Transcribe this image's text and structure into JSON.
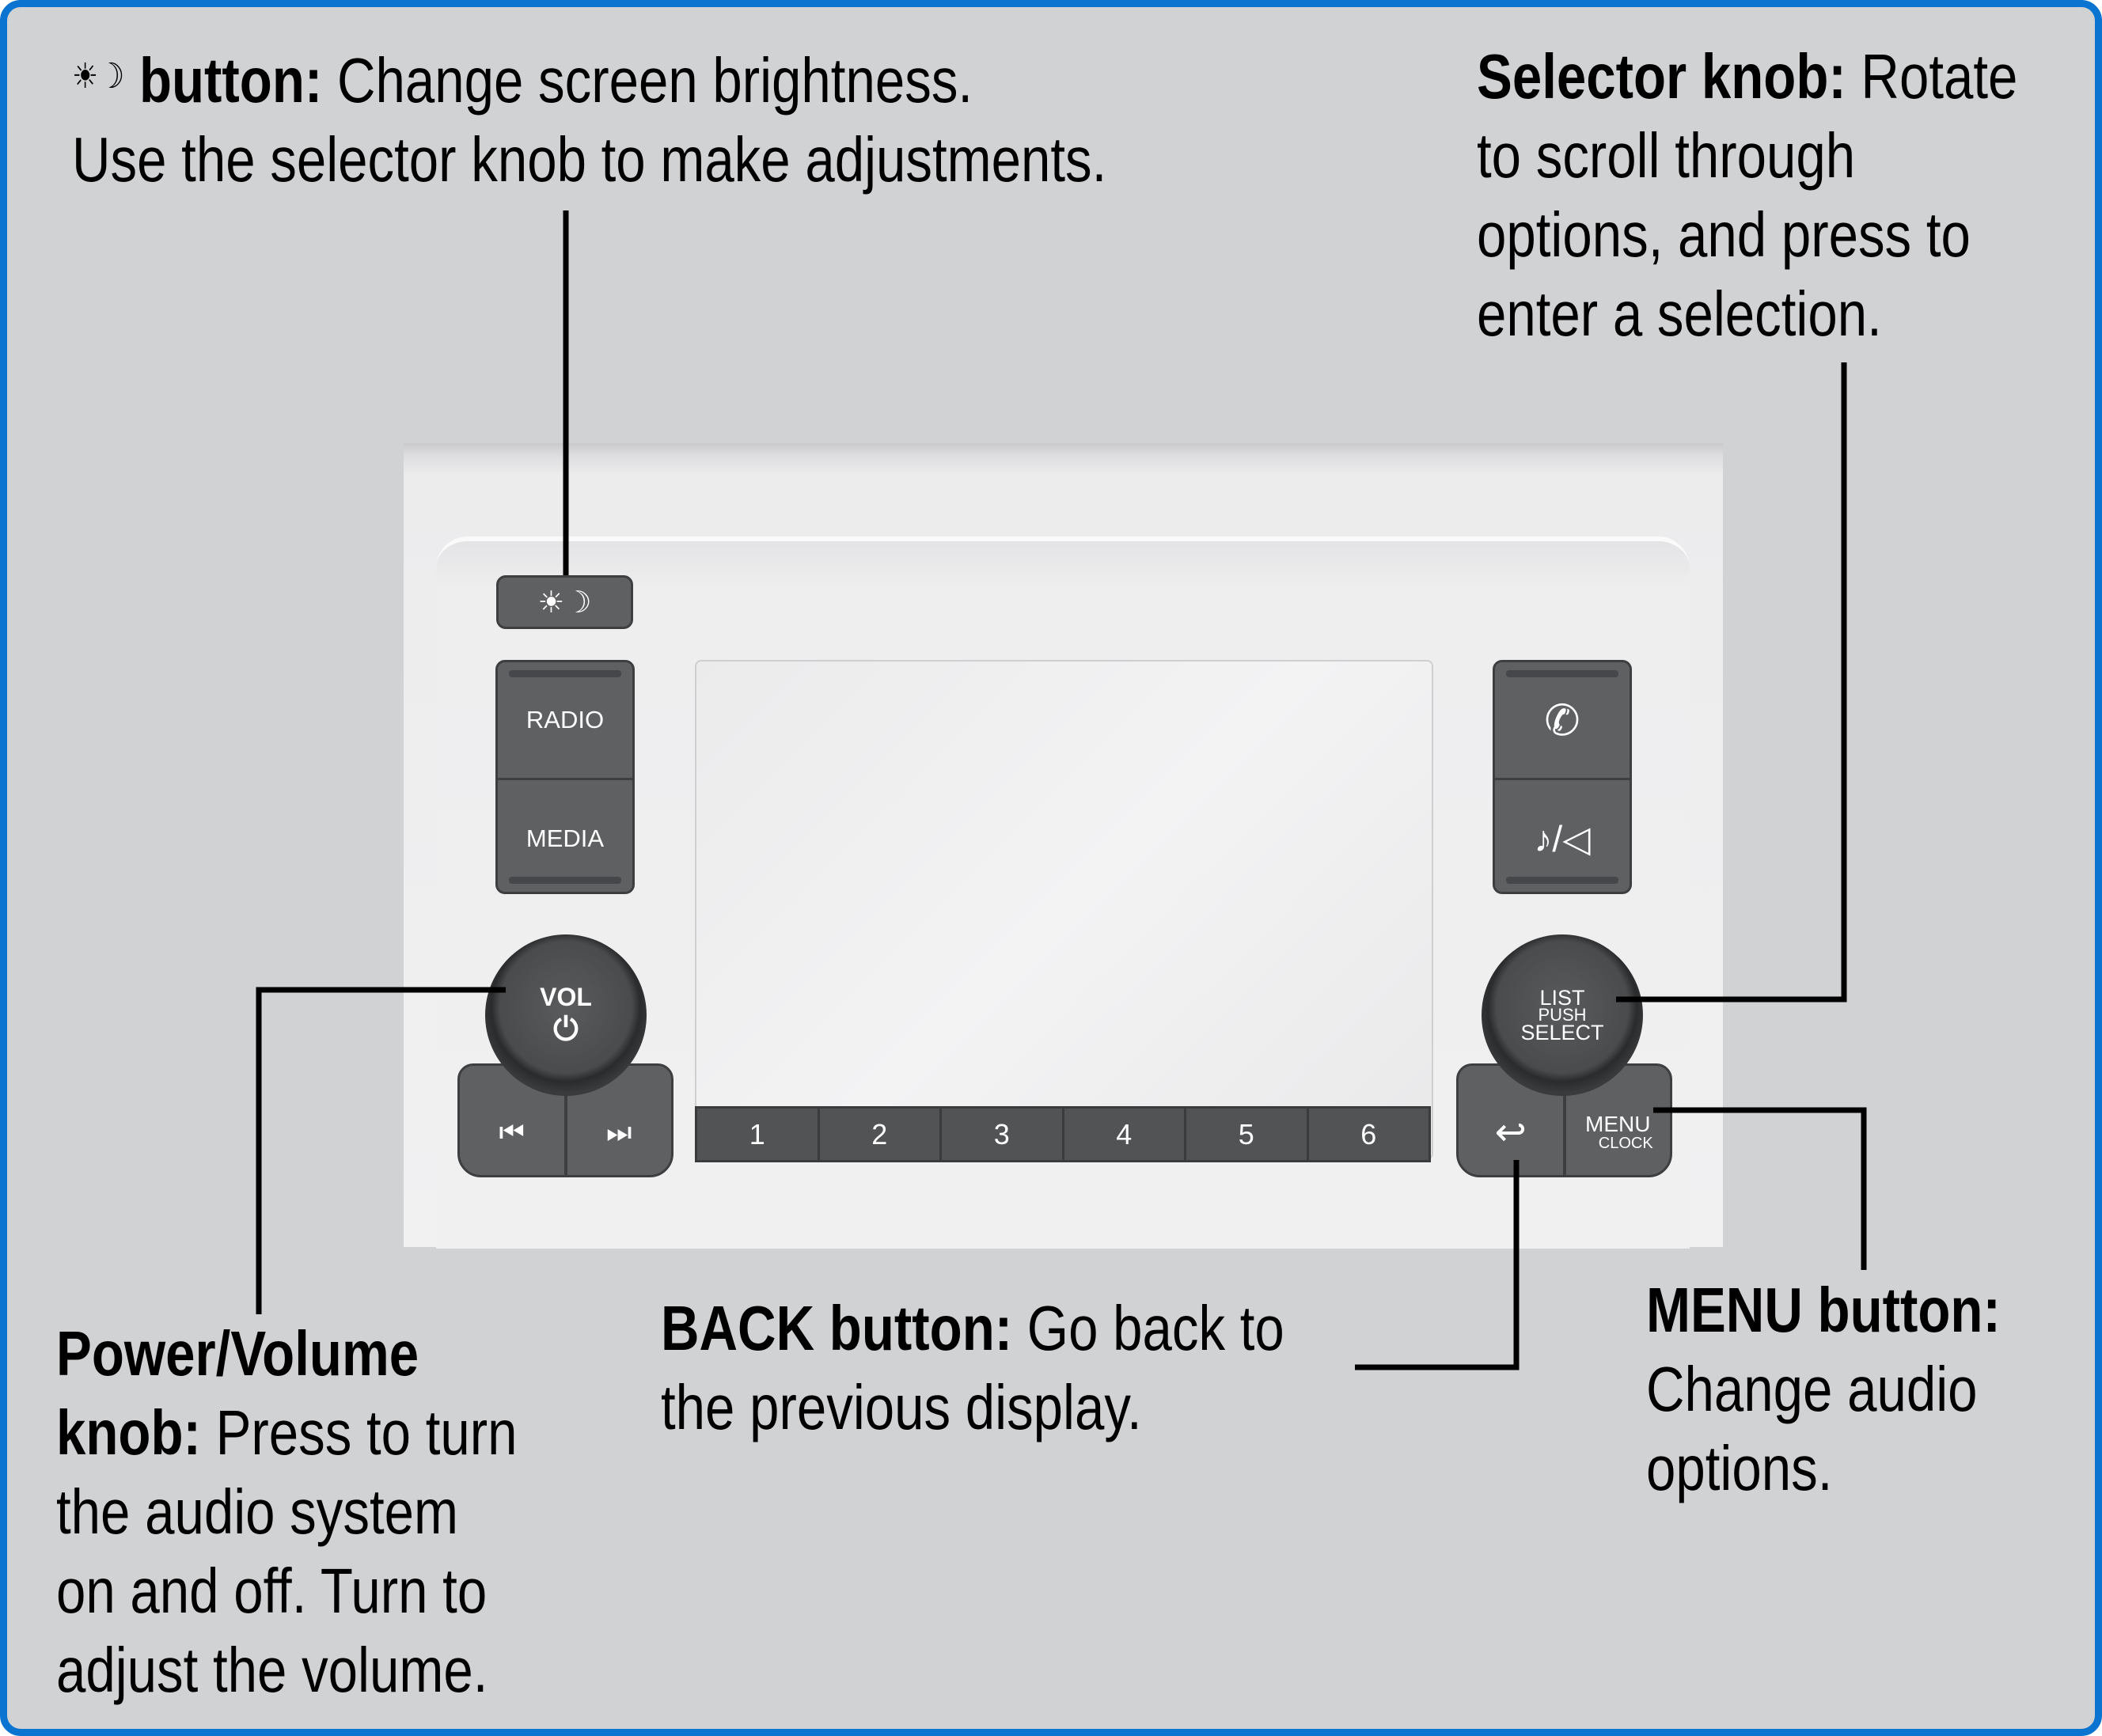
{
  "callouts": {
    "brightness": {
      "icon": "sun-moon-icon",
      "bold": "button:",
      "text1": " Change screen brightness.",
      "text2": "Use the selector knob to make adjustments."
    },
    "selector": {
      "bold": "Selector knob:",
      "text1": " Rotate",
      "lines": [
        "to scroll through",
        "options, and press to",
        "enter a selection."
      ]
    },
    "power": {
      "bold1": "Power/Volume",
      "bold2": "knob:",
      "text2": " Press to turn",
      "lines": [
        "the audio system",
        "on and off. Turn to",
        "adjust the volume."
      ]
    },
    "back": {
      "bold": "BACK button:",
      "text1": " Go back to",
      "text2": "the previous display."
    },
    "menu": {
      "bold": "MENU button:",
      "lines": [
        "Change audio",
        "options."
      ]
    }
  },
  "panel": {
    "radio": "RADIO",
    "media": "MEDIA",
    "vol": "VOL",
    "list": "LIST",
    "push": "PUSH",
    "select": "SELECT",
    "menu": "MENU",
    "clock": "CLOCK",
    "presets": [
      "1",
      "2",
      "3",
      "4",
      "5",
      "6"
    ],
    "icons": [
      "sun-moon-icon",
      "phone-icon",
      "music-speaker-icon",
      "power-icon",
      "skip-back-icon",
      "skip-forward-icon",
      "back-arrow-icon"
    ]
  },
  "colors": {
    "border": "#0a74d0",
    "background": "#d1d2d4",
    "button": "#5f6062"
  }
}
